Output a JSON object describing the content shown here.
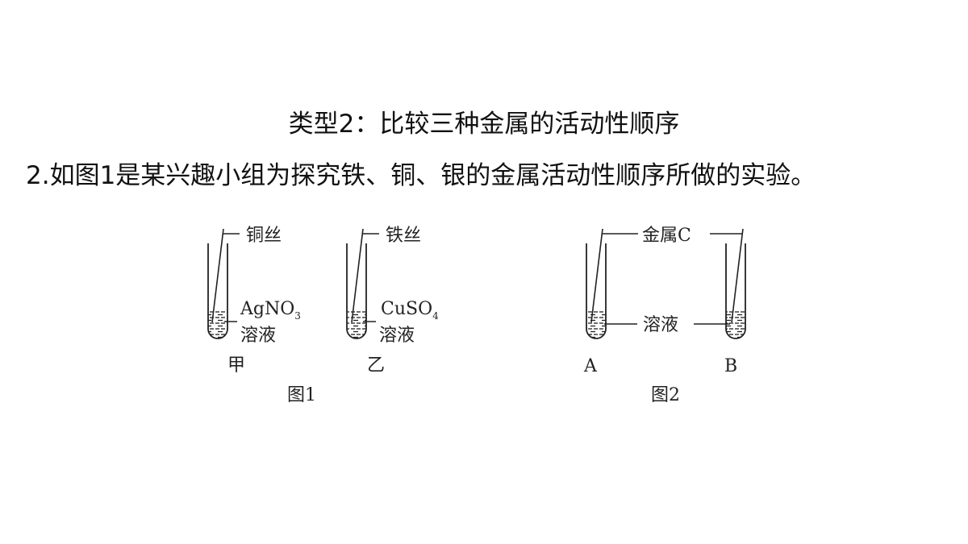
{
  "section_title": "类型2：比较三种金属的活动性顺序",
  "question_text": "2.如图1是某兴趣小组为探究铁、铜、银的金属活动性顺序所做的实验。",
  "figure1": {
    "caption": "图1",
    "tube_jia": {
      "wire_label": "铜丝",
      "solution_main": "AgNO",
      "solution_sub": "3",
      "solution_word": "溶液",
      "tube_label": "甲"
    },
    "tube_yi": {
      "wire_label": "铁丝",
      "solution_main": "CuSO",
      "solution_sub": "4",
      "solution_word": "溶液",
      "tube_label": "乙"
    }
  },
  "figure2": {
    "caption": "图2",
    "metal_label": "金属C",
    "solution_label": "溶液",
    "tube_a_label": "A",
    "tube_b_label": "B"
  }
}
